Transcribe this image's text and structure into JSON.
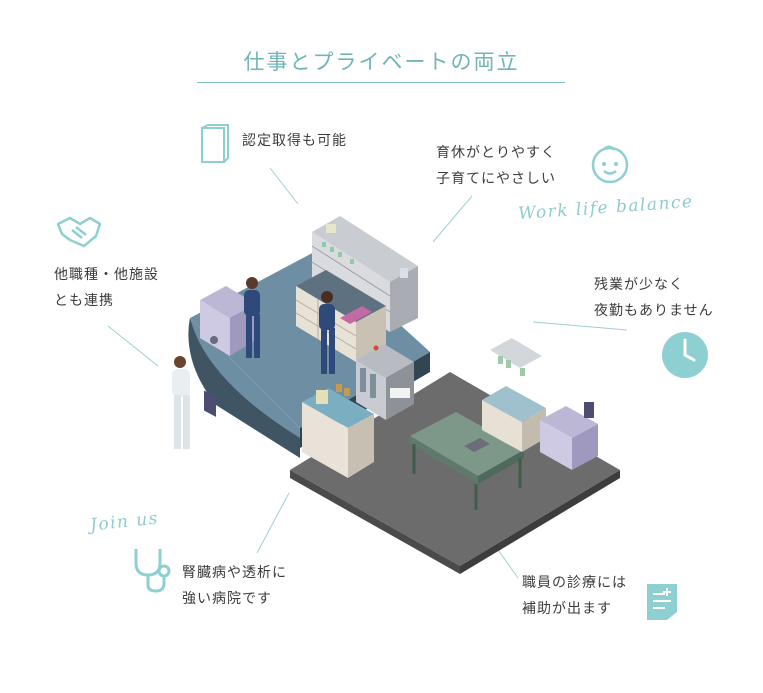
{
  "title": "仕事とプライベートの両立",
  "labels": {
    "certification": "認定取得も可能",
    "childcare_line1": "育休がとりやすく",
    "childcare_line2": "子育てにやさしい",
    "collab_line1": "他職種・他施設",
    "collab_line2": "とも連携",
    "overtime_line1": "残業が少なく",
    "overtime_line2": "夜勤もありません",
    "hospital_line1": "腎臓病や透析に",
    "hospital_line2": "強い病院です",
    "exam_line1": "職員の診療には",
    "exam_line2": "補助が出ます"
  },
  "script_text": {
    "work_life": "Work life balance",
    "join_us": "Join us"
  },
  "colors": {
    "accent": "#6fb5b8",
    "icon": "#8ecfd2",
    "floor_blue": "#6f8fa3",
    "floor_gray": "#6e6e6e",
    "scrub": "#2f4a7a"
  },
  "icons": [
    "book-icon",
    "baby-face-icon",
    "handshake-icon",
    "clock-icon",
    "stethoscope-icon",
    "document-icon"
  ]
}
